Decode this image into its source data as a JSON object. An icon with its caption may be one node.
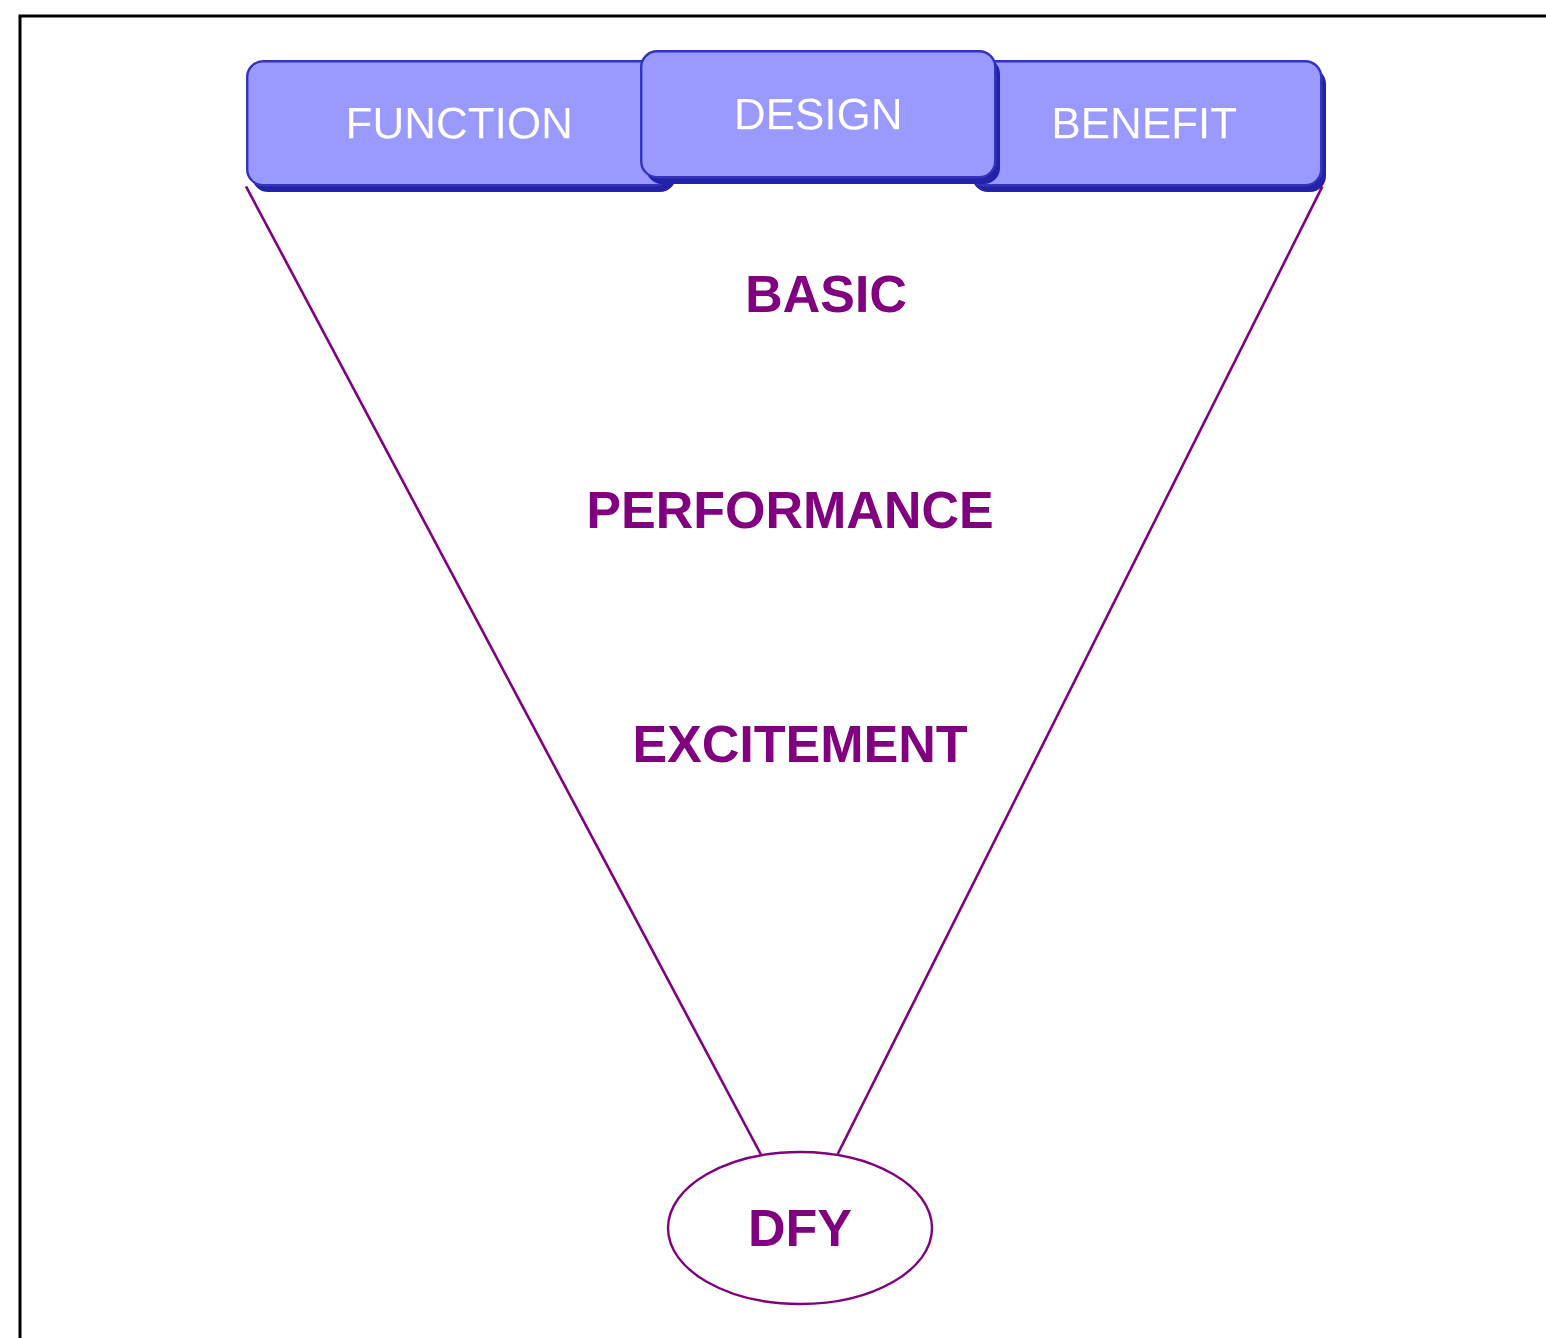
{
  "diagram": {
    "nodes": [
      {
        "text": [
          "FUNCTION"
        ]
      },
      {
        "text": [
          "DESIGN"
        ]
      },
      {
        "text": [
          "BENEFIT"
        ]
      },
      {
        "text": [
          "DFY"
        ]
      }
    ],
    "edges": [
      {
        "from": 0,
        "to": 3,
        "arrow": "none"
      },
      {
        "from": 2,
        "to": 3,
        "arrow": "none"
      }
    ],
    "labels": [
      "BASIC",
      "PERFORMANCE",
      "EXCITEMENT"
    ]
  }
}
